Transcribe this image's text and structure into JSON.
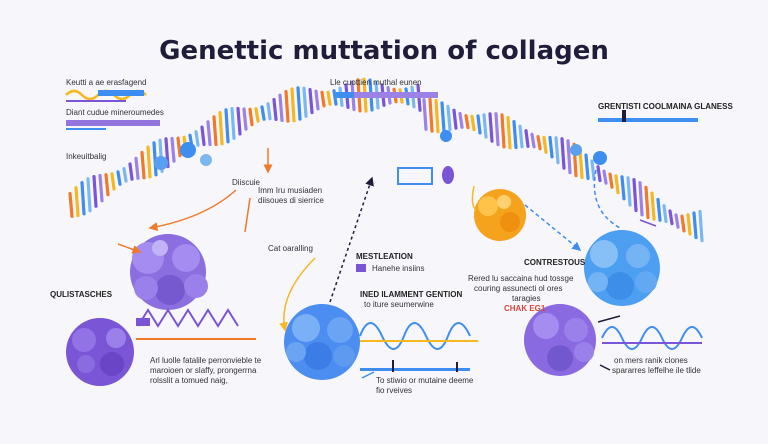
{
  "title": "Genettic muttation of collagen",
  "labels": {
    "top_left_1": "Keutti a ae erasfagend",
    "top_left_2": "Diant cudue mineroumedes",
    "top_left_3": "Inkeuitbalig",
    "top_center": "Lle cuottien muthal eunen",
    "top_right": "GRENTISTI COOLMAINA GLANESS",
    "disease": "Diiscuie",
    "disease_desc_1": "Imm Iru musiaden",
    "disease_desc_2": "diisoues di sierrice",
    "cat_overalling": "Cat oaralling",
    "left_heading": "QULISTASCHES",
    "left_desc_1": "Arl luolle fatalile perronvieble te",
    "left_desc_2": "maroioen or slaffy, prongerrna",
    "left_desc_3": "rolsslit a tomued naig,",
    "mes_heading": "MESTLEATION",
    "mes_legend": "Hanehe insiins",
    "ined_heading": "INED ILAMMENT GENTION",
    "ined_sub": "to iture seumerwine",
    "bottom_center_1": "To stiwio or mutaine deeme",
    "bottom_center_2": "fio rveives",
    "right_heading": "CONTRESTOUS",
    "right_desc_1": "Rered lu saccaina hud tossge",
    "right_desc_2": "couring assunecti ol ores",
    "right_desc_3": "taragies",
    "right_red": "CHAK EG1",
    "right_bottom_1": "on mers ranik clones",
    "right_bottom_2": "spararres leffelhe ile tlide"
  },
  "colors": {
    "orange": "#f07a2a",
    "yellow": "#f5b820",
    "blue": "#3d8ef0",
    "light_blue": "#7cb8f0",
    "purple": "#7a55d6",
    "lavender": "#9b82e6",
    "red": "#d9473a",
    "navy": "#1f1d3a"
  }
}
